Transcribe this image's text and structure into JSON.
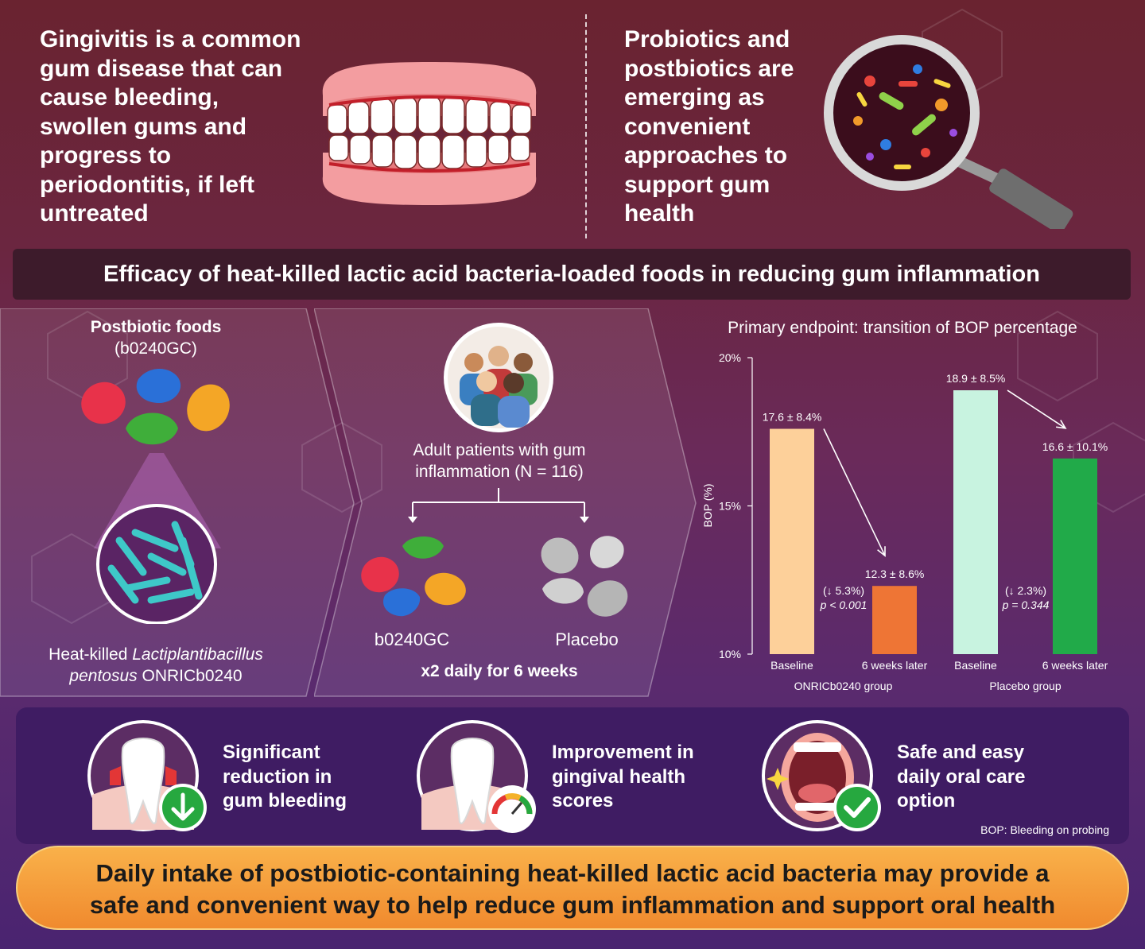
{
  "top": {
    "gingivitis_text": "Gingivitis is a common\ngum disease that can\ncause bleeding,\nswollen gums and\nprogress to\nperiodontitis, if left\nuntreated",
    "probiotics_text": "Probiotics and\npostbiotics are\nemerging as\nconvenient\napproaches to\nsupport gum\nhealth",
    "icons": [
      "teeth-illustration",
      "magnifier-bacteria-illustration"
    ]
  },
  "banner": {
    "title": "Efficacy of heat-killed lactic acid bacteria-loaded foods in reducing gum inflammation"
  },
  "foods": {
    "title": "Postbiotic foods",
    "code": "(b0240GC)",
    "strain_prefix": "Heat-killed ",
    "strain_genus": "Lactiplantibacillus",
    "strain_species": "pentosus",
    "strain_suffix": " ONRICb0240"
  },
  "study": {
    "patients": "Adult patients with gum\ninflammation (N = 116)",
    "arm_active": "b0240GC",
    "arm_placebo": "Placebo",
    "regimen": "x2 daily for 6 weeks"
  },
  "chart_data": {
    "type": "bar",
    "title": "Primary endpoint: transition of BOP percentage",
    "ylabel": "BOP (%)",
    "ylim": [
      10,
      20
    ],
    "yticks": [
      "10%",
      "15%",
      "20%"
    ],
    "groups": [
      "ONRICb0240 group",
      "Placebo group"
    ],
    "categories": [
      "Baseline",
      "6 weeks later",
      "Baseline",
      "6 weeks later"
    ],
    "values": [
      17.6,
      12.3,
      18.9,
      16.6
    ],
    "value_labels": [
      "17.6 ± 8.4%",
      "12.3 ± 8.6%",
      "18.9 ± 8.5%",
      "16.6 ± 10.1%"
    ],
    "colors": [
      "#fdd09a",
      "#ee7535",
      "#c8f3e0",
      "#21aa49"
    ],
    "annotations": [
      {
        "change": "(↓ 5.3%)",
        "p": "p < 0.001"
      },
      {
        "change": "(↓ 2.3%)",
        "p": "p = 0.344"
      }
    ],
    "grid": false
  },
  "outcomes": [
    {
      "text": "Significant\nreduction in\ngum bleeding",
      "icon": "tooth-down-arrow-icon"
    },
    {
      "text": "Improvement in\ngingival health\nscores",
      "icon": "tooth-gauge-icon"
    },
    {
      "text": "Safe and easy\ndaily oral care\noption",
      "icon": "mouth-check-icon"
    }
  ],
  "footnote": "BOP: Bleeding on probing",
  "conclusion": "Daily intake of postbiotic-containing heat-killed lactic acid bacteria may provide a\nsafe and convenient way to help reduce gum inflammation and support oral health"
}
